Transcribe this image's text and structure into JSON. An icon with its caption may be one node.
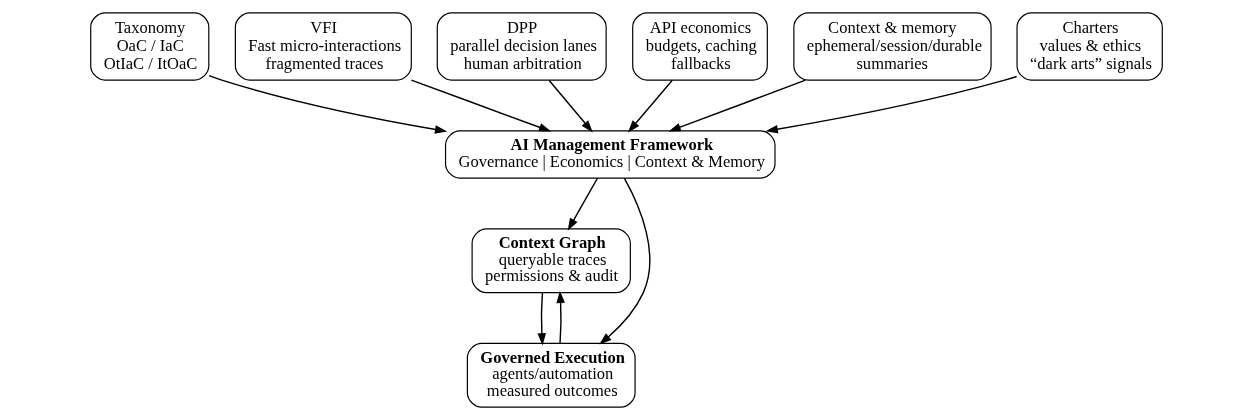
{
  "diagram": {
    "nodes": [
      {
        "text": [
          "Taxonomy",
          "OaC / IaC",
          "OtIaC / ItOaC"
        ]
      },
      {
        "text": [
          "VFI",
          "Fast micro-interactions",
          "fragmented traces"
        ]
      },
      {
        "text": [
          "DPP",
          "parallel decision lanes",
          "human arbitration"
        ]
      },
      {
        "text": [
          "AI Management Framework",
          "Governance | Economics | Context & Memory"
        ]
      },
      {
        "text": [
          "API economics",
          "budgets, caching",
          "fallbacks"
        ]
      },
      {
        "text": [
          "Context & memory",
          "ephemeral/session/durable",
          "summaries"
        ]
      },
      {
        "text": [
          "Charters",
          "values & ethics",
          "“dark arts” signals"
        ]
      },
      {
        "text": [
          "Context Graph",
          "queryable traces",
          "permissions & audit"
        ]
      },
      {
        "text": [
          "Governed Execution",
          "agents/automation",
          "measured outcomes"
        ]
      }
    ],
    "edges": [
      {
        "from": 0,
        "to": 3,
        "arrow": "to"
      },
      {
        "from": 1,
        "to": 3,
        "arrow": "to"
      },
      {
        "from": 2,
        "to": 3,
        "arrow": "to"
      },
      {
        "from": 4,
        "to": 3,
        "arrow": "to"
      },
      {
        "from": 5,
        "to": 3,
        "arrow": "to"
      },
      {
        "from": 6,
        "to": 3,
        "arrow": "to"
      },
      {
        "from": 3,
        "to": 7,
        "arrow": "to"
      },
      {
        "from": 3,
        "to": 8,
        "arrow": "to"
      },
      {
        "from": 7,
        "to": 8,
        "arrow": "to"
      },
      {
        "from": 8,
        "to": 7,
        "arrow": "to"
      }
    ]
  }
}
